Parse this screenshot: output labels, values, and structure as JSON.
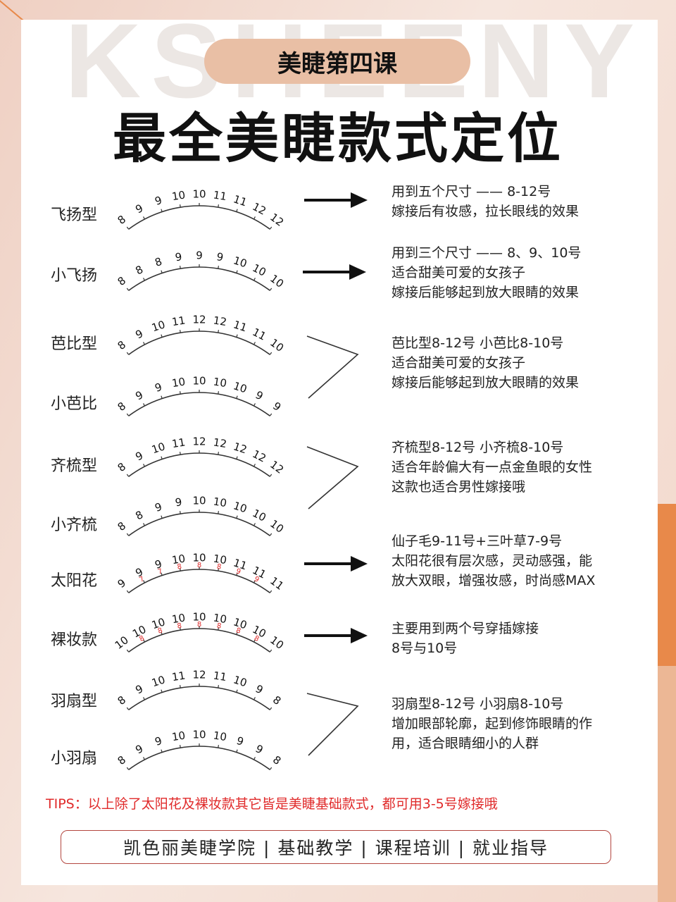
{
  "watermark": "KSHEENY",
  "lesson_label": "美睫第四课",
  "title": "最全美睫款式定位",
  "styles": [
    {
      "name": "飞扬型",
      "ticks": [
        "8",
        "9",
        "9",
        "10",
        "10",
        "11",
        "11",
        "12",
        "12"
      ]
    },
    {
      "name": "小飞扬",
      "ticks": [
        "8",
        "8",
        "8",
        "9",
        "9",
        "9",
        "10",
        "10",
        "10"
      ]
    },
    {
      "name": "芭比型",
      "ticks": [
        "8",
        "9",
        "10",
        "11",
        "12",
        "12",
        "11",
        "11",
        "10"
      ]
    },
    {
      "name": "小芭比",
      "ticks": [
        "8",
        "9",
        "9",
        "10",
        "10",
        "10",
        "10",
        "9",
        "9"
      ]
    },
    {
      "name": "齐梳型",
      "ticks": [
        "8",
        "9",
        "10",
        "11",
        "12",
        "12",
        "12",
        "12",
        "12"
      ]
    },
    {
      "name": "小齐梳",
      "ticks": [
        "8",
        "8",
        "9",
        "9",
        "10",
        "10",
        "10",
        "10",
        "10"
      ]
    },
    {
      "name": "太阳花",
      "ticks": [
        "9",
        "9",
        "9",
        "10",
        "10",
        "10",
        "11",
        "11",
        "11"
      ],
      "red_ticks": [
        "7",
        "7",
        "8",
        "8",
        "8",
        "9",
        "9"
      ]
    },
    {
      "name": "裸妆款",
      "ticks": [
        "10",
        "10",
        "10",
        "10",
        "10",
        "10",
        "10",
        "10",
        "10"
      ],
      "red_ticks": [
        "8",
        "8",
        "8",
        "8",
        "8",
        "8",
        "8"
      ]
    },
    {
      "name": "羽扇型",
      "ticks": [
        "8",
        "9",
        "10",
        "11",
        "12",
        "11",
        "10",
        "9",
        "8"
      ]
    },
    {
      "name": "小羽扇",
      "ticks": [
        "8",
        "9",
        "9",
        "10",
        "10",
        "10",
        "9",
        "9",
        "8"
      ]
    }
  ],
  "descriptions": [
    {
      "lines": [
        "用到五个尺寸 —— 8-12号",
        "嫁接后有妆感，拉长眼线的效果"
      ]
    },
    {
      "lines": [
        "用到三个尺寸 —— 8、9、10号",
        "适合甜美可爱的女孩子",
        "嫁接后能够起到放大眼睛的效果"
      ]
    },
    {
      "lines": [
        "芭比型8-12号 小芭比8-10号",
        "适合甜美可爱的女孩子",
        "嫁接后能够起到放大眼睛的效果"
      ]
    },
    {
      "lines": [
        "齐梳型8-12号 小齐梳8-10号",
        "适合年龄偏大有一点金鱼眼的女性",
        "这款也适合男性嫁接哦"
      ]
    },
    {
      "lines": [
        "仙子毛9-11号+三叶草7-9号",
        "太阳花很有层次感，灵动感强，能",
        "放大双眼，增强妆感，时尚感MAX"
      ]
    },
    {
      "lines": [
        "主要用到两个号穿插嫁接",
        "8号与10号"
      ]
    },
    {
      "lines": [
        "羽扇型8-12号 小羽扇8-10号",
        "增加眼部轮廓，起到修饰眼睛的作",
        "用，适合眼睛细小的人群"
      ]
    }
  ],
  "tips": "TIPS：以上除了太阳花及裸妆款其它皆是美睫基础款式，都可用3-5号嫁接哦",
  "footer": "凯色丽美睫学院 | 基础教学 | 课程培训 | 就业指导",
  "colors": {
    "accent_pill": "#e9bfa5",
    "tips": "#e02a2a",
    "footer_border": "#b3463f",
    "bg_orange": "#e8894a"
  }
}
